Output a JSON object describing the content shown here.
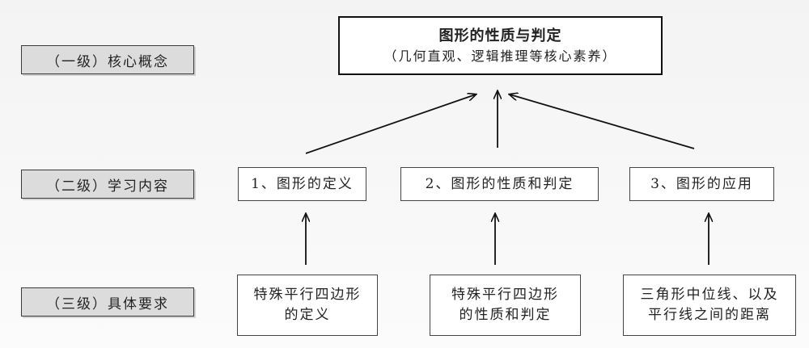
{
  "levels": {
    "level1": "（一级）核心概念",
    "level2": "（二级）学习内容",
    "level3": "（三级）具体要求"
  },
  "top": {
    "title": "图形的性质与判定",
    "subtitle": "（几何直观、逻辑推理等核心素养）"
  },
  "content": {
    "item1": "1、图形的定义",
    "item2": "2、图形的性质和判定",
    "item3": "3、图形的应用"
  },
  "requirements": {
    "req1": {
      "line1": "特殊平行四边形",
      "line2": "的定义"
    },
    "req2": {
      "line1": "特殊平行四边形",
      "line2": "的性质和判定"
    },
    "req3": {
      "line1": "三角形中位线、以及",
      "line2": "平行线之间的距离"
    }
  }
}
